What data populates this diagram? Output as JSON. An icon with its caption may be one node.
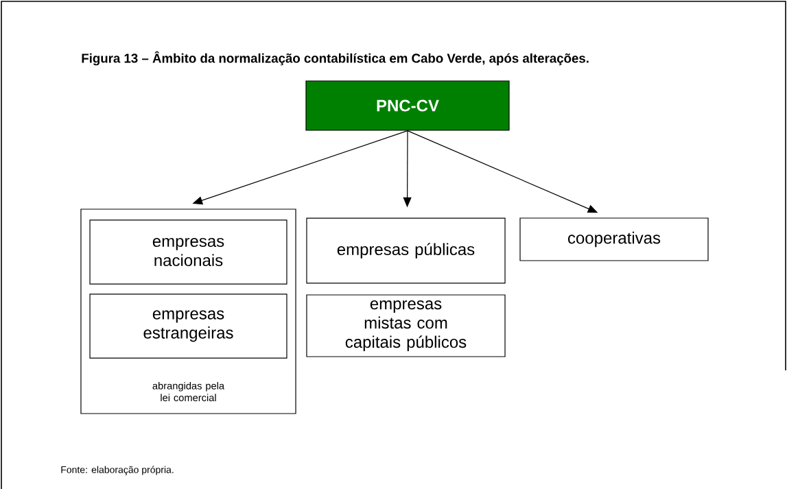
{
  "diagram": {
    "title": "Figura 13 – Âmbito da normalização contabilística em Cabo Verde, após alterações.",
    "caption": "Fonte: elaboração própria.",
    "nodes": [
      {
        "text": [
          "PNC-CV"
        ]
      },
      {
        "text": [
          "abrangidas pela lei comercial"
        ]
      },
      {
        "text": [
          "empresas nacionais"
        ],
        "in": 1
      },
      {
        "text": [
          "empresas estrangeiras"
        ],
        "in": 1
      },
      {
        "text": [
          "empresas públicas"
        ]
      },
      {
        "text": [
          "empresas mistas com capitais públicos"
        ]
      },
      {
        "text": [
          "cooperativas"
        ]
      }
    ],
    "edges": [
      {
        "from": 0,
        "to": 1,
        "arrow": "to"
      },
      {
        "from": 0,
        "to": 4,
        "arrow": "to"
      },
      {
        "from": 0,
        "to": 6,
        "arrow": "to"
      }
    ]
  }
}
